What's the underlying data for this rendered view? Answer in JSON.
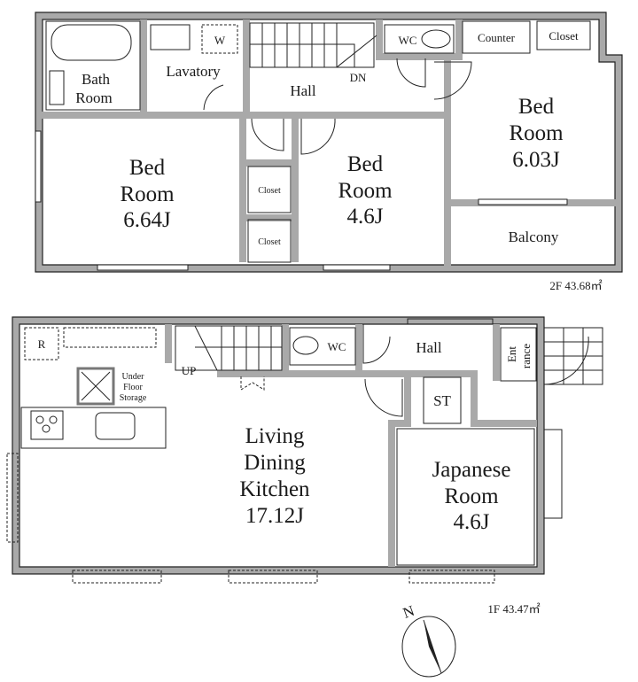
{
  "floor2": {
    "area_label": "2F 43.68㎡",
    "rooms": {
      "bath": [
        "Bath",
        "Room"
      ],
      "lavatory": "Lavatory",
      "washer": "W",
      "hall": "Hall",
      "dn": "DN",
      "wc": "WC",
      "counter": "Counter",
      "closet_top": "Closet",
      "bed_a": [
        "Bed",
        "Room",
        "6.64J"
      ],
      "closet_1": "Closet",
      "closet_2": "Closet",
      "bed_b": [
        "Bed",
        "Room",
        "4.6J"
      ],
      "bed_c": [
        "Bed",
        "Room",
        "6.03J"
      ],
      "balcony": "Balcony"
    }
  },
  "floor1": {
    "area_label": "1F 43.47㎡",
    "rooms": {
      "fridge": "R",
      "up": "UP",
      "wc": "WC",
      "hall": "Hall",
      "entrance": [
        "Ent",
        "rance"
      ],
      "storage": [
        "Under",
        "Floor",
        "Storage"
      ],
      "st": "ST",
      "ldk": [
        "Living",
        "Dining",
        "Kitchen",
        "17.12J"
      ],
      "japanese": [
        "Japanese",
        "Room",
        "4.6J"
      ]
    }
  },
  "compass": {
    "north_label": "N"
  }
}
